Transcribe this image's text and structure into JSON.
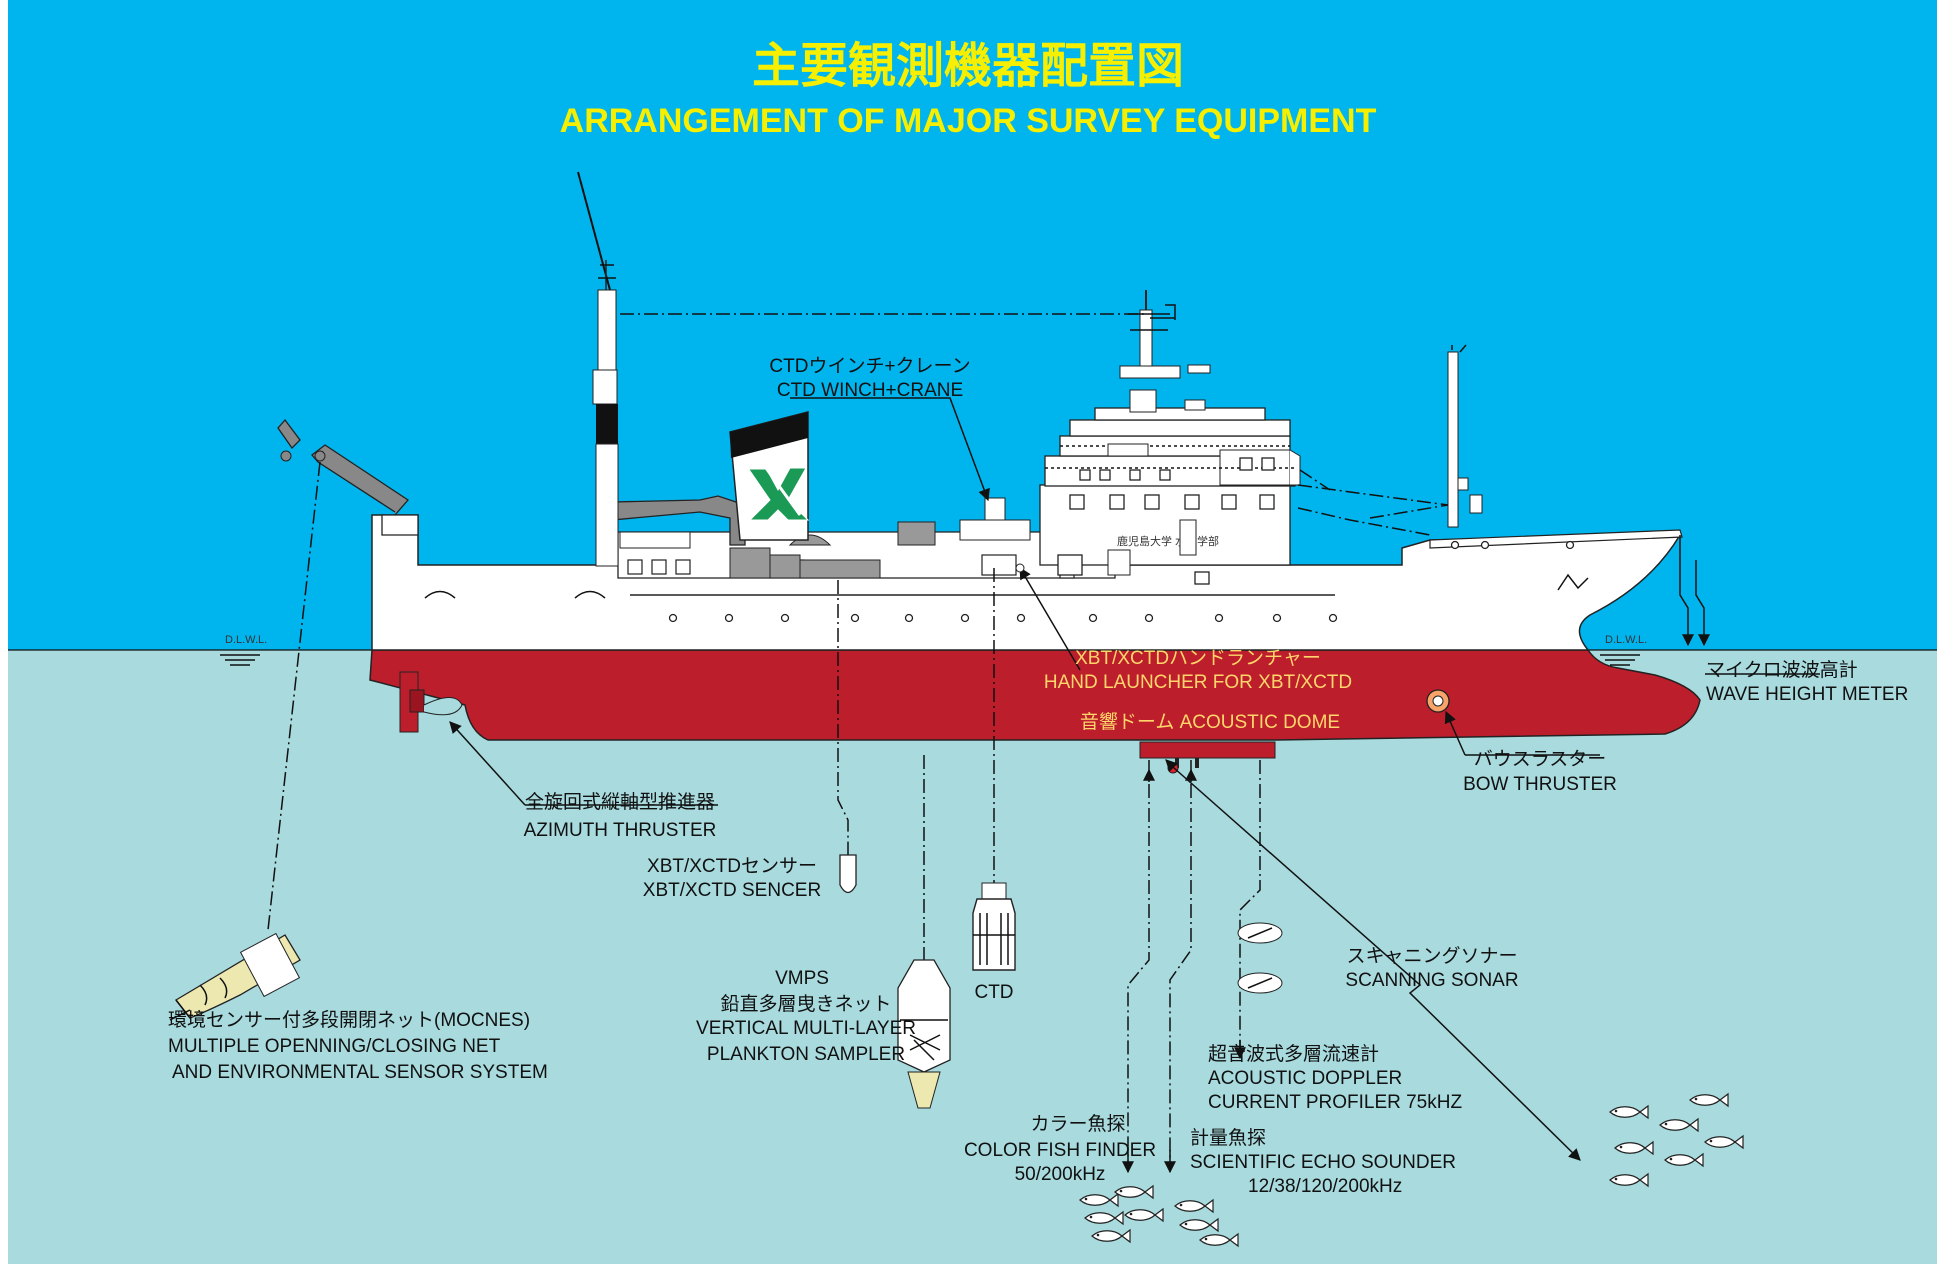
{
  "title_jp": "主要観測機器配置図",
  "title_en": "ARRANGEMENT OF MAJOR SURVEY EQUIPMENT",
  "ship_name": "鹿児島大学 水産学部",
  "dlwl": "D.L.W.L.",
  "labels": {
    "ctd_winch": {
      "jp": "CTDウインチ+クレーン",
      "en": "CTD WINCH+CRANE"
    },
    "xbt_launcher": {
      "jp": "XBT/XCTDハンドランチャー",
      "en": "HAND LAUNCHER FOR XBT/XCTD"
    },
    "acoustic_dome": "音響ドーム ACOUSTIC DOME",
    "wave_meter": {
      "jp": "マイクロ波波高計",
      "en": "WAVE HEIGHT METER"
    },
    "bow_thruster": {
      "jp": "バウスラスター",
      "en": "BOW THRUSTER"
    },
    "azimuth": {
      "jp": "全旋回式縦軸型推進器",
      "en": "AZIMUTH THRUSTER"
    },
    "xbt_sensor": {
      "jp": "XBT/XCTDセンサー",
      "en": "XBT/XCTD SENCER"
    },
    "mocnes": {
      "jp": "環境センサー付多段開閉ネット(MOCNES)",
      "en1": "MULTIPLE OPENNING/CLOSING NET",
      "en2": "AND ENVIRONMENTAL SENSOR SYSTEM"
    },
    "vmps": {
      "abbr": "VMPS",
      "jp": "鉛直多層曳きネット",
      "en1": "VERTICAL MULTI-LAYER",
      "en2": "PLANKTON SAMPLER"
    },
    "ctd": "CTD",
    "adcp": {
      "jp": "超音波式多層流速計",
      "en1": "ACOUSTIC DOPPLER",
      "en2": "CURRENT PROFILER 75kHZ"
    },
    "sonar": {
      "jp": "スキャニングソナー",
      "en": "SCANNING SONAR"
    },
    "color_ff": {
      "jp": "カラー魚探",
      "en1": "COLOR FISH FINDER",
      "en2": "50/200kHz"
    },
    "echo": {
      "jp": "計量魚探",
      "en1": "SCIENTIFIC ECHO SOUNDER",
      "en2": "12/38/120/200kHz"
    }
  },
  "colors": {
    "sky": "#00b4ed",
    "sea": "#a8dade",
    "hull": "#bd1e2c",
    "title": "#f6f000"
  }
}
